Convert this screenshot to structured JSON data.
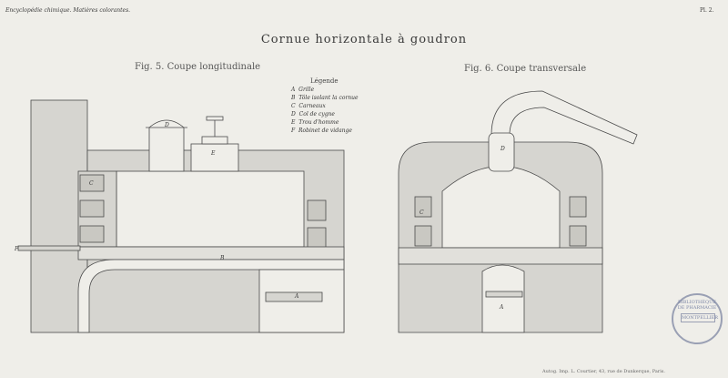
{
  "header": {
    "left": "Encyclopédie chimique. Matières colorantes.",
    "right": "Pl. 2."
  },
  "title": "Cornue horizontale à goudron",
  "fig5": {
    "title": "Fig. 5. Coupe longitudinale",
    "labels": {
      "D": "D",
      "E": "E",
      "C": "C",
      "B": "B",
      "F": "F",
      "A": "A"
    }
  },
  "fig6": {
    "title": "Fig. 6. Coupe transversale",
    "labels": {
      "D": "D",
      "C": "C",
      "A": "A"
    }
  },
  "legend": {
    "title": "Légende",
    "items": [
      {
        "key": "A",
        "text": "Grille"
      },
      {
        "key": "B",
        "text": "Tôle isolant la cornue"
      },
      {
        "key": "C",
        "text": "Carneaux"
      },
      {
        "key": "D",
        "text": "Col de cygne"
      },
      {
        "key": "E",
        "text": "Trou d'homme"
      },
      {
        "key": "F",
        "text": "Robinet de vidange"
      }
    ]
  },
  "footer": "Autog. Imp. L. Courtier, 43, rue de Dunkerque, Paris.",
  "stamp": {
    "ring": "BIBLIOTHÈQUE DE PHARMACIE",
    "center": "MONTPELLIER"
  },
  "colors": {
    "paper": "#efeee9",
    "masonry": "#d4d3ce",
    "line": "#4a4a4a",
    "stamp": "#7c86a6"
  }
}
